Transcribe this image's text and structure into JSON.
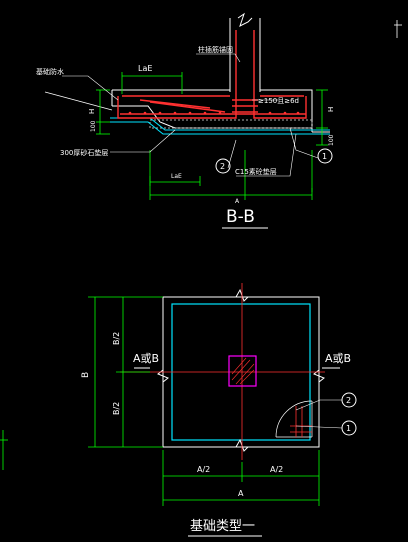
{
  "section": {
    "title": "B-B",
    "labels": {
      "waterproof": "基础防水",
      "column_rebar": "柱插筋锚固",
      "lae": "LaE",
      "lae_bottom": "LaE",
      "h": "H",
      "h_right": "H",
      "dim_100": "100",
      "dim_100_right": "100",
      "gravel": "300厚砂石垫层",
      "hook": "≥150且≥6d",
      "cushion": "C15素砼垫层",
      "dim_a": "A",
      "circle_1": "1",
      "circle_2": "2"
    }
  },
  "plan": {
    "title": "基础类型一",
    "labels": {
      "dim_b": "B",
      "dim_b_half_top": "B/2",
      "dim_b_half_bottom": "B/2",
      "dim_a_half_left": "A/2",
      "dim_a_half_right": "A/2",
      "dim_a": "A",
      "section_left": "A或B",
      "section_right": "A或B",
      "circle_1": "1",
      "circle_2": "2"
    }
  },
  "colors": {
    "background": "#000000",
    "outline": "#ffffff",
    "rebar": "#ff3030",
    "dimension": "#00ff00",
    "text": "#ffffff",
    "cyan": "#00e5ff",
    "column": "#ff00ff",
    "concrete": "#b0b0b0"
  }
}
